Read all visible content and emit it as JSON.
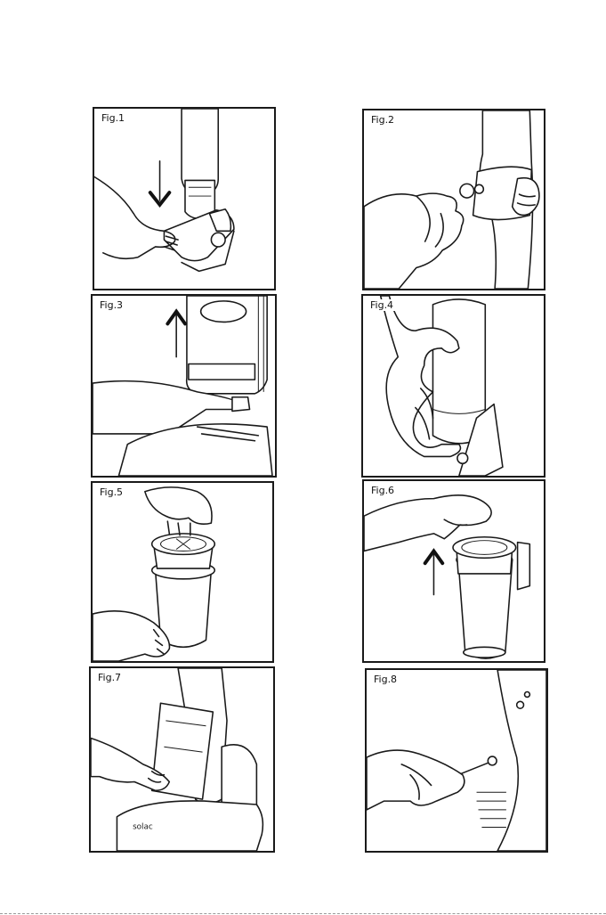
{
  "figures": [
    {
      "label": "Fig.1"
    },
    {
      "label": "Fig.2"
    },
    {
      "label": "Fig.3"
    },
    {
      "label": "Fig.4"
    },
    {
      "label": "Fig.5"
    },
    {
      "label": "Fig.6"
    },
    {
      "label": "Fig.7",
      "brand_text": "solac"
    },
    {
      "label": "Fig.8"
    }
  ],
  "colors": {
    "ink": "#1a1a1a",
    "paper": "#ffffff"
  }
}
